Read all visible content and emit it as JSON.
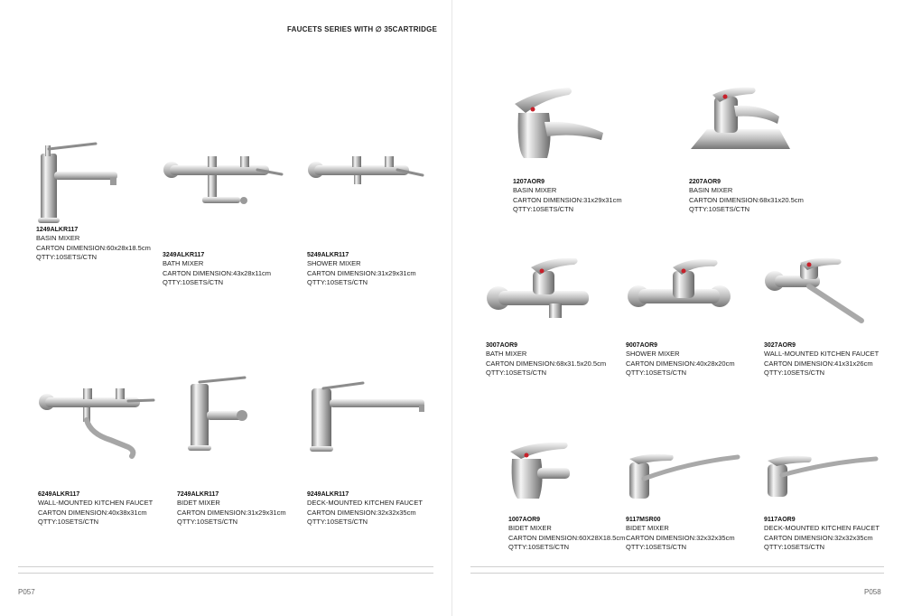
{
  "header": {
    "title": "FAUCETS SERIES WITH ∅ 35CARTRIDGE"
  },
  "pages": {
    "left": {
      "number": "P057"
    },
    "right": {
      "number": "P058"
    }
  },
  "products": [
    {
      "code": "1249ALKR117",
      "name": "BASIN MIXER",
      "carton": "CARTON DIMENSION:60x28x18.5cm",
      "qty": "QTTY:10SETS/CTN",
      "image": "basin-mixer-tall-faucet"
    },
    {
      "code": "3249ALKR117",
      "name": "BATH MIXER",
      "carton": "CARTON DIMENSION:43x28x11cm",
      "qty": "QTTY:10SETS/CTN",
      "image": "bath-mixer-wall-faucet"
    },
    {
      "code": "5249ALKR117",
      "name": "SHOWER MIXER",
      "carton": "CARTON DIMENSION:31x29x31cm",
      "qty": "QTTY:10SETS/CTN",
      "image": "shower-mixer-wall-faucet"
    },
    {
      "code": "6249ALKR117",
      "name": "WALL-MOUNTED KITCHEN FAUCET",
      "carton": "CARTON DIMENSION:40x38x31cm",
      "qty": "QTTY:10SETS/CTN",
      "image": "wall-kitchen-faucet"
    },
    {
      "code": "7249ALKR117",
      "name": "BIDET MIXER",
      "carton": "CARTON DIMENSION:31x29x31cm",
      "qty": "QTTY:10SETS/CTN",
      "image": "bidet-mixer-faucet"
    },
    {
      "code": "9249ALKR117",
      "name": "DECK-MOUNTED KITCHEN FAUCET",
      "carton": "CARTON DIMENSION:32x32x35cm",
      "qty": "QTTY:10SETS/CTN",
      "image": "deck-kitchen-faucet"
    },
    {
      "code": "1207AOR9",
      "name": "BASIN MIXER",
      "carton": "CARTON DIMENSION:31x29x31cm",
      "qty": "QTTY:10SETS/CTN",
      "image": "basin-mixer-faucet"
    },
    {
      "code": "2207AOR9",
      "name": "BASIN MIXER",
      "carton": "CARTON DIMENSION:68x31x20.5cm",
      "qty": "QTTY:10SETS/CTN",
      "image": "basin-mixer-deck-faucet"
    },
    {
      "code": "3007AOR9",
      "name": "BATH MIXER",
      "carton": "CARTON DIMENSION:68x31.5x20.5cm",
      "qty": "QTTY:10SETS/CTN",
      "image": "bath-mixer-faucet"
    },
    {
      "code": "9007AOR9",
      "name": "SHOWER MIXER",
      "carton": "CARTON DIMENSION:40x28x20cm",
      "qty": "QTTY:10SETS/CTN",
      "image": "shower-mixer-faucet"
    },
    {
      "code": "3027AOR9",
      "name": "WALL-MOUNTED KITCHEN FAUCET",
      "carton": "CARTON DIMENSION:41x31x26cm",
      "qty": "QTTY:10SETS/CTN",
      "image": "wall-kitchen-faucet"
    },
    {
      "code": "1007AOR9",
      "name": "BIDET MIXER",
      "carton": "CARTON DIMENSION:60X28X18.5cm",
      "qty": "QTTY:10SETS/CTN",
      "image": "bidet-mixer-faucet"
    },
    {
      "code": "9117MSR00",
      "name": "BIDET MIXER",
      "carton": "CARTON DIMENSION:32x32x35cm",
      "qty": "QTTY:10SETS/CTN",
      "image": "sink-mixer-faucet"
    },
    {
      "code": "9117AOR9",
      "name": "DECK-MOUNTED KITCHEN FAUCET",
      "carton": "CARTON DIMENSION:32x32x35cm",
      "qty": "QTTY:10SETS/CTN",
      "image": "deck-kitchen-faucet"
    }
  ],
  "colors": {
    "chrome_light": "#f2f2f2",
    "chrome_mid": "#b9b9b9",
    "chrome_dark": "#6e6e6e",
    "handle_red": "#c8202a",
    "handle_blue": "#2a5db0"
  }
}
